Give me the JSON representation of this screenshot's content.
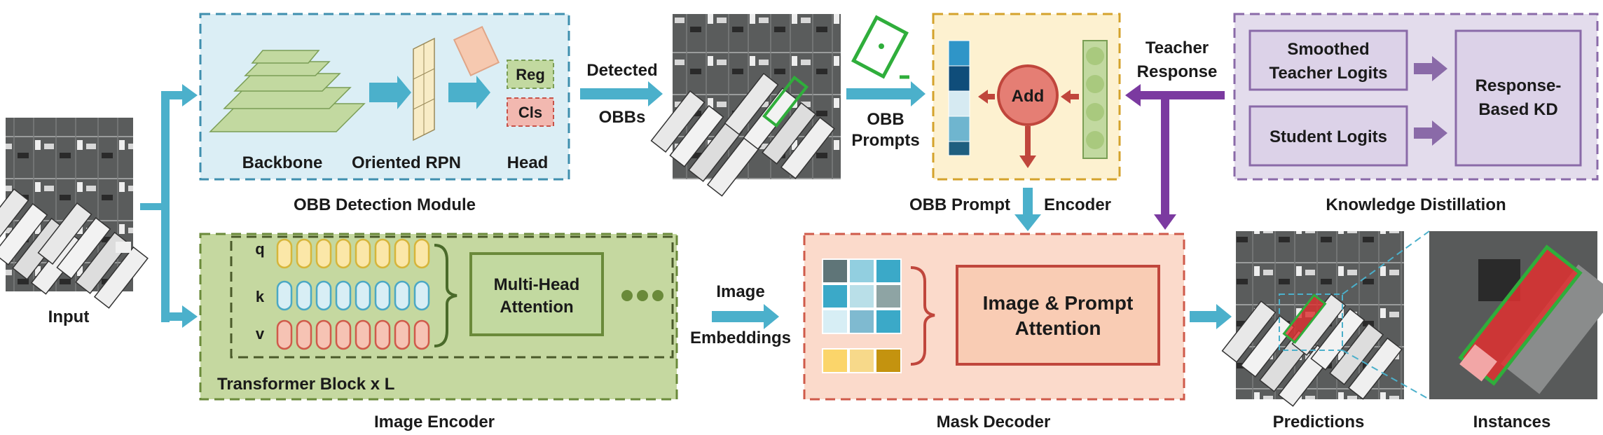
{
  "input": {
    "label": "Input"
  },
  "detection": {
    "title": "OBB Detection Module",
    "backbone": "Backbone",
    "rpn": "Oriented RPN",
    "head": "Head",
    "reg": "Reg",
    "cls": "Cls"
  },
  "detected": {
    "line1": "Detected",
    "line2": "OBBs"
  },
  "obb_prompts": {
    "line1": "OBB",
    "line2": "Prompts"
  },
  "prompt_encoder": {
    "title_left": "OBB Prompt",
    "title_right": "Encoder",
    "add": "Add"
  },
  "teacher": {
    "line1": "Teacher",
    "line2": "Response"
  },
  "kd": {
    "title": "Knowledge Distillation",
    "smoothed_line1": "Smoothed",
    "smoothed_line2": "Teacher Logits",
    "student": "Student Logits",
    "response_line1": "Response-",
    "response_line2": "Based KD"
  },
  "image_encoder": {
    "title": "Image Encoder",
    "block": "Transformer Block x L",
    "q": "q",
    "k": "k",
    "v": "v",
    "mha_line1": "Multi-Head",
    "mha_line2": "Attention"
  },
  "image_embeddings": {
    "line1": "Image",
    "line2": "Embeddings"
  },
  "mask_decoder": {
    "title": "Mask Decoder",
    "attn_line1": "Image & Prompt",
    "attn_line2": "Attention"
  },
  "predictions": {
    "label": "Predictions"
  },
  "instances": {
    "label": "Instances"
  },
  "colors": {
    "arrow_blue": "#4bb0cb",
    "arrow_purple": "#7b3aa0",
    "arrow_red": "#c0463c",
    "detection_bg": "#dbeef5",
    "encoder_bg": "#c5d8a0",
    "decoder_bg": "#fbdacb",
    "prompt_bg": "#fdf1d0",
    "kd_bg": "#e3dcec"
  }
}
